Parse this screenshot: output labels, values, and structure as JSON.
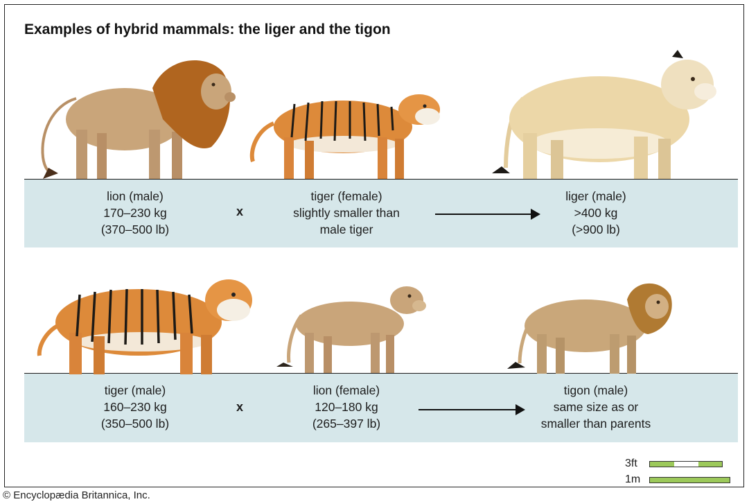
{
  "title": "Examples of hybrid mammals: the liger and the tigon",
  "rows": [
    {
      "parent1": [
        "lion (male)",
        "170–230 kg",
        "(370–500 lb)"
      ],
      "operator": "x",
      "parent2": [
        "tiger (female)",
        "slightly smaller than",
        "male tiger"
      ],
      "offspring": [
        "liger (male)",
        ">400 kg",
        "(>900 lb)"
      ]
    },
    {
      "parent1": [
        "tiger (male)",
        "160–230 kg",
        "(350–500 lb)"
      ],
      "operator": "x",
      "parent2": [
        "lion (female)",
        "120–180 kg",
        "(265–397 lb)"
      ],
      "offspring": [
        "tigon (male)",
        "same size as or",
        "smaller than parents"
      ]
    }
  ],
  "scale": {
    "feet_label": "3ft",
    "meter_label": "1m"
  },
  "credit": "© Encyclopædia Britannica, Inc.",
  "colors": {
    "band": "#d6e7ea",
    "scale_green": "#9cc95a",
    "lion": "#c9a57a",
    "mane": "#b0651f",
    "tiger": "#dd8a3a",
    "liger": "#ecd7a8",
    "tigon": "#c9a77a"
  },
  "icons": [
    "lion-male-illustration",
    "tiger-female-illustration",
    "liger-illustration",
    "tiger-male-illustration",
    "lion-female-illustration",
    "tigon-illustration"
  ]
}
